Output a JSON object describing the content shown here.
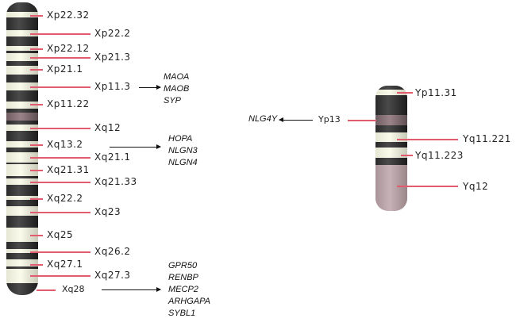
{
  "x_chromosome": {
    "bands": [
      "Xp22.32",
      "Xp22.2",
      "Xp22.12",
      "Xp21.3",
      "Xp21.1",
      "Xp11.3",
      "Xp11.22",
      "Xq12",
      "Xq13.2",
      "Xq21.1",
      "Xq21.31",
      "Xq21.33",
      "Xq22.2",
      "Xq23",
      "Xq25",
      "Xq26.2",
      "Xq27.1",
      "Xq27.3",
      "Xq28"
    ],
    "gene_groups": [
      {
        "band": "Xp11.3",
        "genes": [
          "MAOA",
          "MAOB",
          "SYP"
        ]
      },
      {
        "band": "Xq13.2",
        "genes": [
          "HOPA",
          "NLGN3",
          "NLGN4"
        ]
      },
      {
        "band": "Xq28",
        "genes": [
          "GPR50",
          "RENBP",
          "MECP2",
          "ARHGAPA",
          "SYBL1"
        ]
      }
    ]
  },
  "y_chromosome": {
    "bands": [
      "Yp11.31",
      "Yp13",
      "Yq11.221",
      "Yq11.223",
      "Yq12"
    ],
    "gene_groups": [
      {
        "band": "Yp13",
        "genes": [
          "NLG4Y"
        ]
      }
    ]
  }
}
